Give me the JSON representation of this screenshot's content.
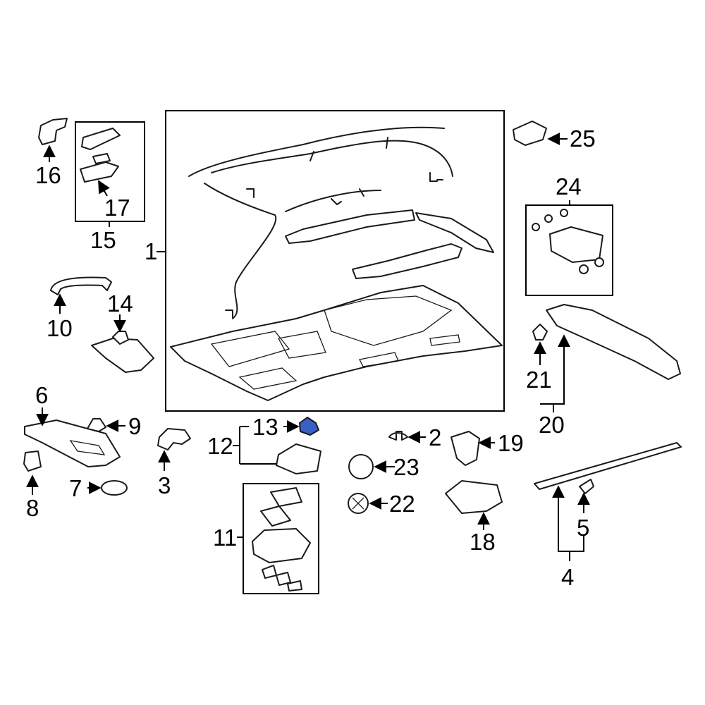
{
  "callouts": {
    "c1": "1",
    "c2": "2",
    "c3": "3",
    "c4": "4",
    "c5": "5",
    "c6": "6",
    "c7": "7",
    "c8": "8",
    "c9": "9",
    "c10": "10",
    "c11": "11",
    "c12": "12",
    "c13": "13",
    "c14": "14",
    "c15": "15",
    "c16": "16",
    "c17": "17",
    "c18": "18",
    "c19": "19",
    "c20": "20",
    "c21": "21",
    "c22": "22",
    "c23": "23",
    "c24": "24",
    "c25": "25"
  },
  "colors": {
    "highlight": "#3a5fc8",
    "line": "#1a1a1a"
  }
}
